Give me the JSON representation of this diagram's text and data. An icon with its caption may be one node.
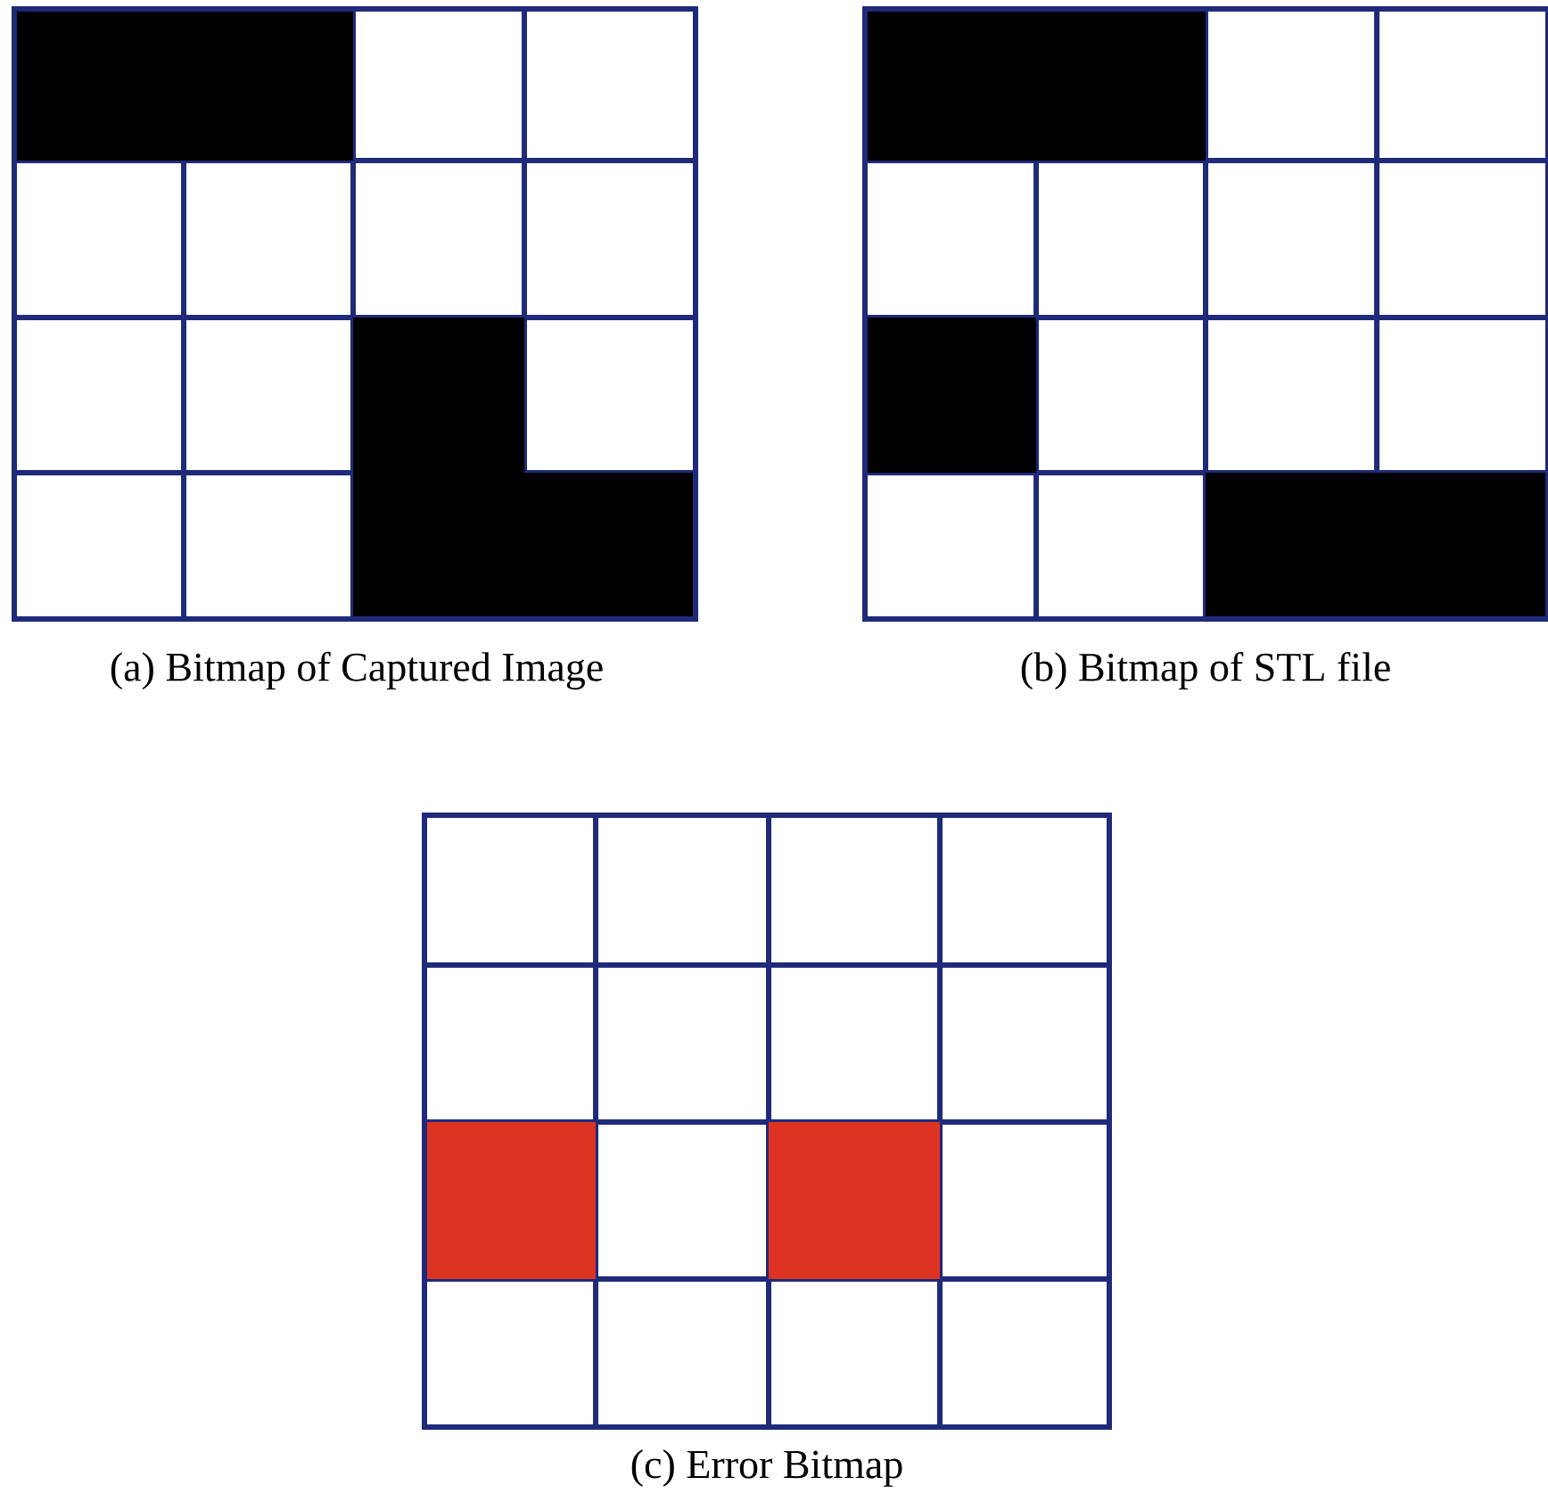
{
  "diagram": {
    "labels": [
      "(a) Bitmap of Captured Image",
      "(b) Bitmap of STL file",
      "(c) Error Bitmap"
    ]
  }
}
